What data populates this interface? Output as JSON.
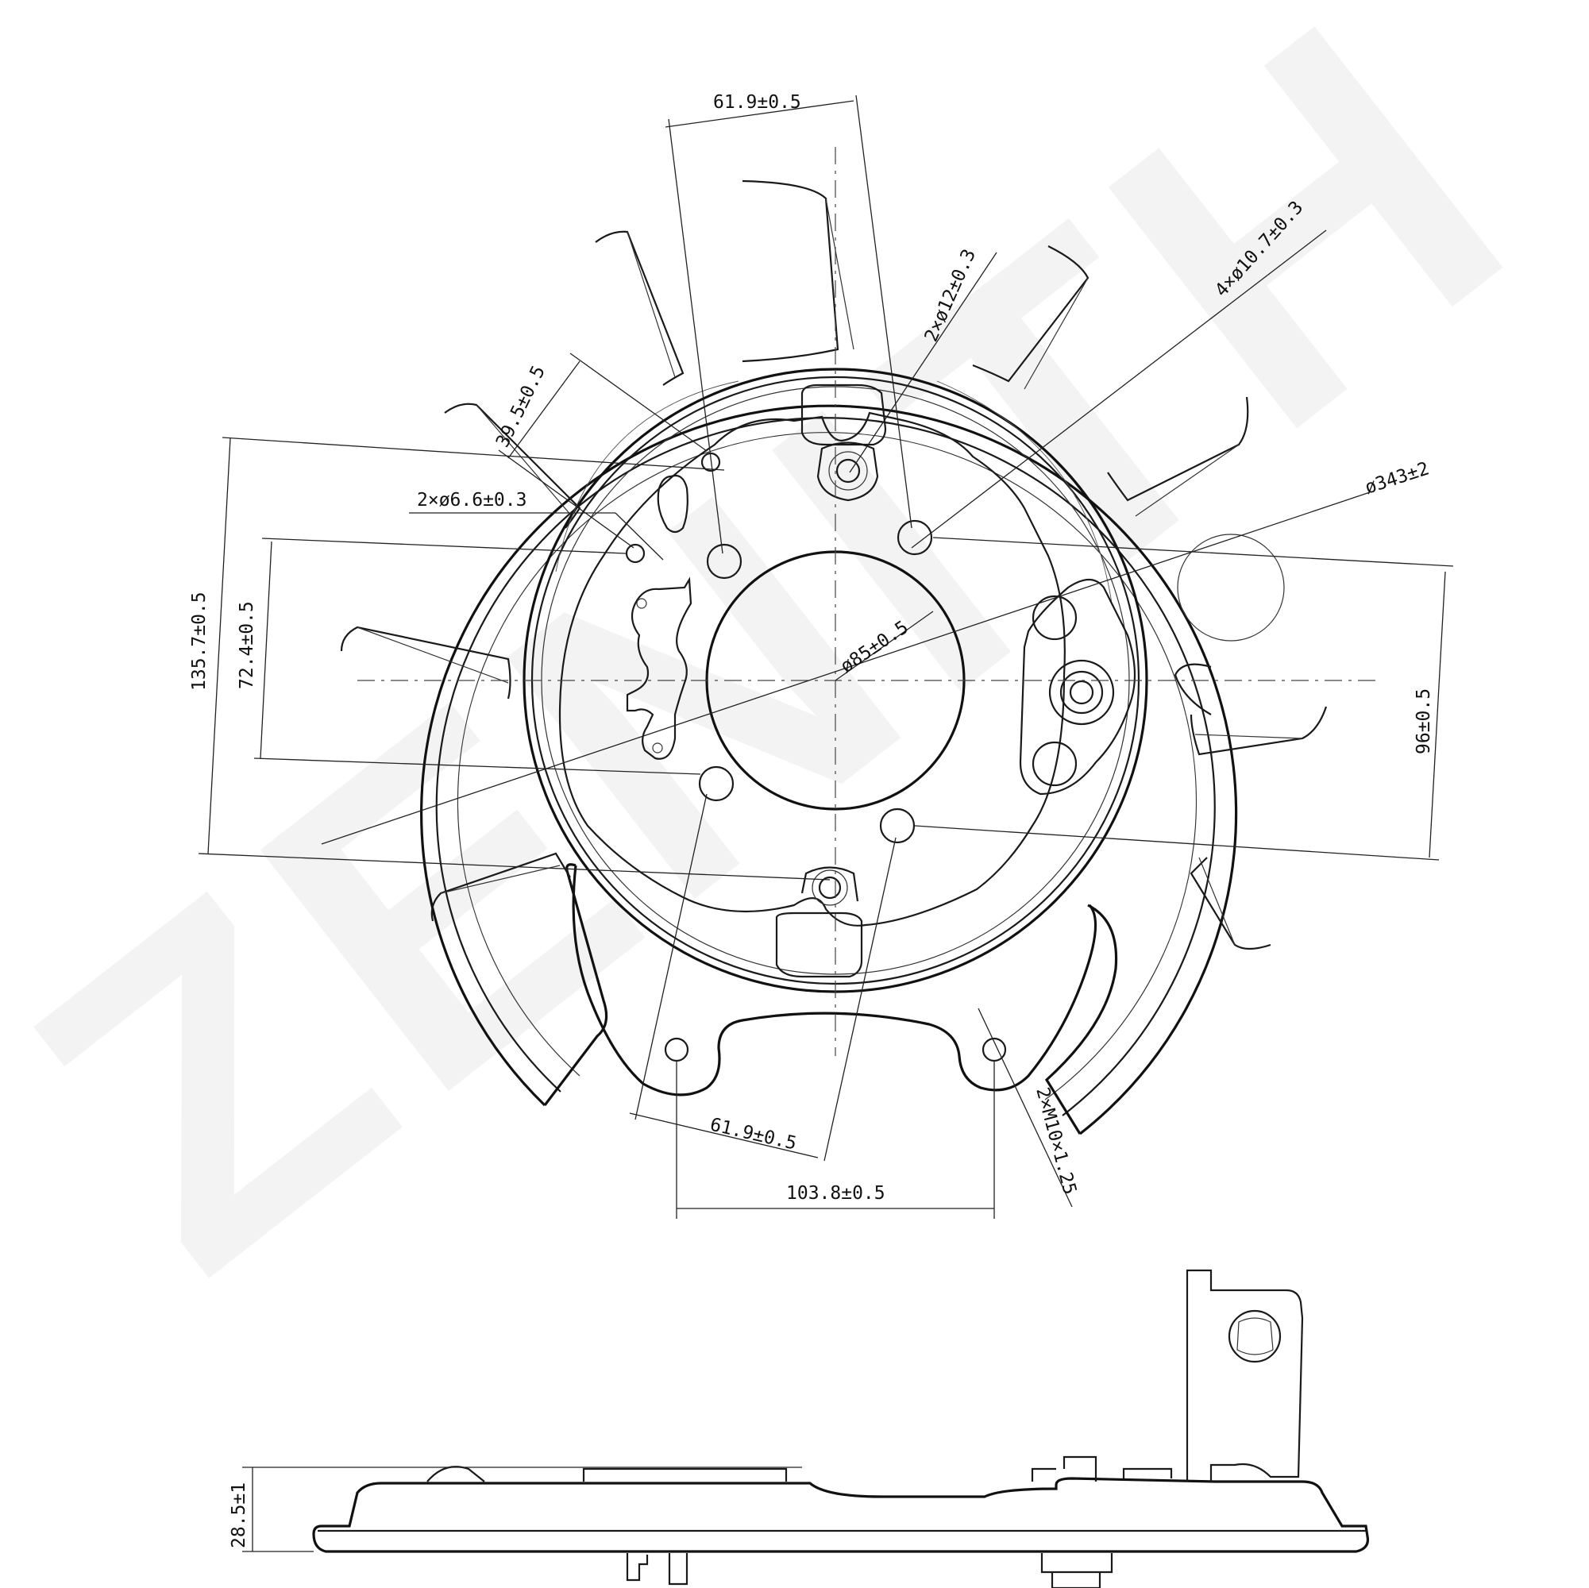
{
  "watermark": "ZENITH",
  "dimensions": {
    "top_bolt_spacing": "61.9±0.5",
    "hole_diameter_12": "2×ø12±0.3",
    "hole_diameter_10_7": "4×ø10.7±0.3",
    "offset_39_5": "39.5±0.5",
    "hole_diameter_6_6": "2×ø6.6±0.3",
    "outer_diameter": "ø343±2",
    "center_bore": "ø85±0.5",
    "height_135_7": "135.7±0.5",
    "height_72_4": "72.4±0.5",
    "height_96": "96±0.5",
    "bottom_bolt_spacing": "61.9±0.5",
    "mount_spacing": "103.8±0.5",
    "thread_spec": "2×M10×1.25",
    "depth": "28.5±1"
  },
  "colors": {
    "line": "#1a1a1a",
    "watermark": "#000000",
    "background": "#ffffff"
  }
}
